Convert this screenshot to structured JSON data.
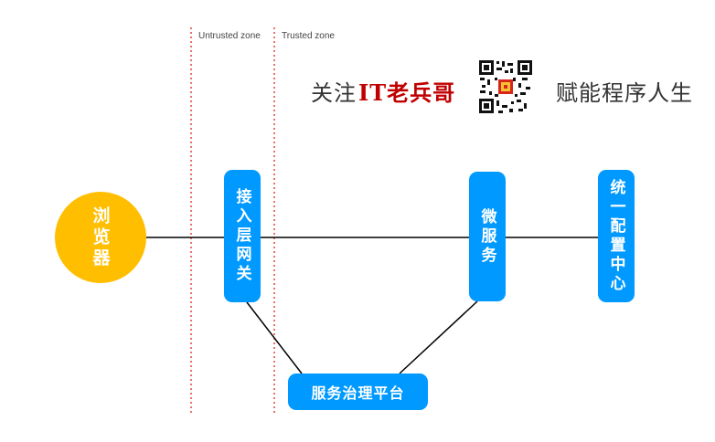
{
  "zones": {
    "untrusted": "Untrusted zone",
    "trusted": "Trusted zone"
  },
  "banner": {
    "follow": "关注",
    "brand": "IT老兵哥",
    "slogan": "赋能程序人生",
    "qr_icon": "qr-code-icon"
  },
  "nodes": {
    "browser": "浏览器",
    "gateway": "接入层网关",
    "microservice": "微服务",
    "config_center": "统一配置中心",
    "governance": "服务治理平台"
  },
  "colors": {
    "browser": "#ffbf00",
    "service": "#0099ff",
    "zone_line": "#e0443a",
    "connector": "#000000",
    "brand": "#c00000"
  }
}
